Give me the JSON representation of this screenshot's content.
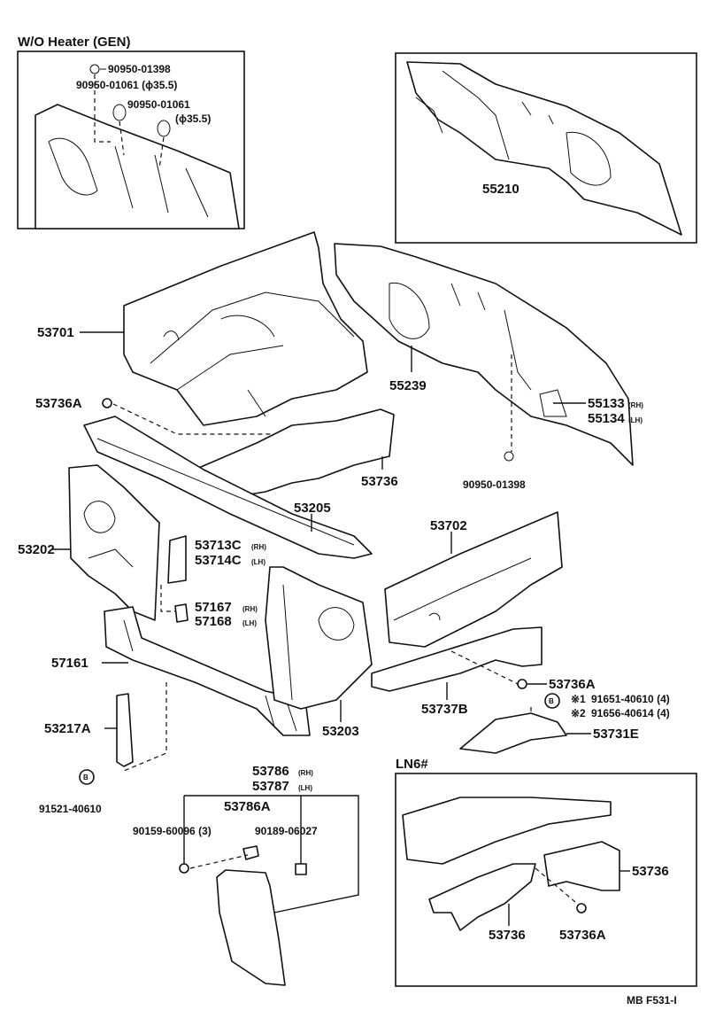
{
  "inset_heater": {
    "title": "W/O Heater (GEN)",
    "labels": [
      "90950-01398",
      "90950-01061 (ϕ35.5)",
      "90950-01061",
      "(ϕ35.5)"
    ]
  },
  "inset_ln6": {
    "title": "LN6#"
  },
  "parts": {
    "p55210": "55210",
    "p53701": "53701",
    "p55239": "55239",
    "p55133": "55133",
    "p55134": "55134",
    "p53736A_top": "53736A",
    "p53736_mid": "53736",
    "p90950_01398": "90950-01398",
    "p53205": "53205",
    "p53702": "53702",
    "p53202": "53202",
    "p53713C": "53713C",
    "p53714C": "53714C",
    "p57167": "57167",
    "p57168": "57168",
    "p57161": "57161",
    "p53217A": "53217A",
    "p53203": "53203",
    "p53737B": "53737B",
    "p53736A_right": "53736A",
    "p91651": "91651-40610 (4)",
    "p91656": "91656-40614 (4)",
    "p53731E": "53731E",
    "p91521": "91521-40610",
    "p53786": "53786",
    "p53787": "53787",
    "p53786A": "53786A",
    "p90159": "90159-60096 (3)",
    "p90189": "90189-06027",
    "p53736_ln6_right": "53736",
    "p53736_ln6_left": "53736",
    "p53736A_ln6": "53736A"
  },
  "suffix": {
    "rh": "(RH)",
    "lh": "(LH)"
  },
  "marks": {
    "m1": "※1",
    "m2": "※2",
    "bolt": "B"
  },
  "footer": "MB F531-I"
}
